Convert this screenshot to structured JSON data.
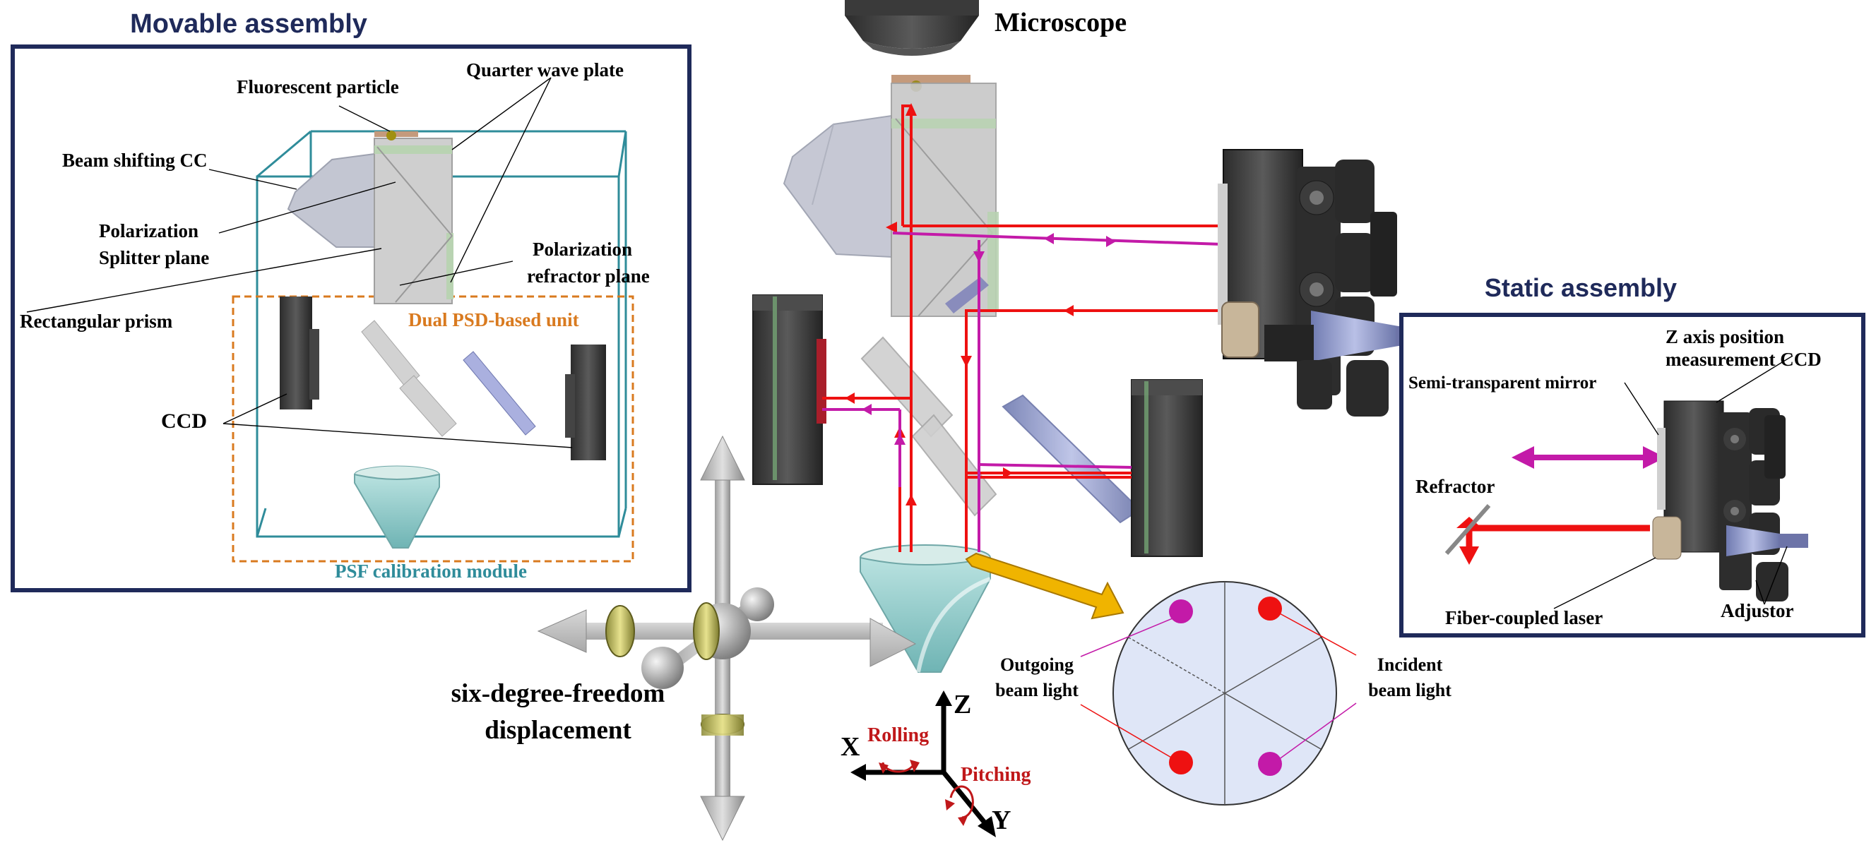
{
  "top": {
    "microscope": "Microscope"
  },
  "movable": {
    "title": "Movable assembly",
    "labels": {
      "fluorescent_particle": "Fluorescent particle",
      "quarter_wave_plate": "Quarter wave plate",
      "beam_shifting_cc": "Beam shifting CC",
      "polarization_splitter_1": "Polarization",
      "polarization_splitter_2": "Splitter plane",
      "polarization_refractor_1": "Polarization",
      "polarization_refractor_2": "refractor plane",
      "rectangular_prism": "Rectangular prism",
      "dual_psd": "Dual PSD-based unit",
      "ccd": "CCD",
      "psf_module": "PSF calibration module"
    }
  },
  "static": {
    "title": "Static assembly",
    "labels": {
      "z_axis_1": "Z axis position",
      "z_axis_2": "measurement CCD",
      "semi_transparent_mirror": "Semi-transparent mirror",
      "refractor": "Refractor",
      "fiber_laser": "Fiber-coupled laser",
      "adjustor": "Adjustor"
    }
  },
  "stage": {
    "six_dof_1": "six-degree-freedom",
    "six_dof_2": "displacement"
  },
  "axes": {
    "z": "Z",
    "x": "X",
    "y": "Y",
    "rolling": "Rolling",
    "pitching": "Pitching"
  },
  "detector": {
    "outgoing_1": "Outgoing",
    "outgoing_2": "beam light",
    "incident_1": "Incident",
    "incident_2": "beam light"
  },
  "colors": {
    "navy": "#1f2a5a",
    "teal": "#2f8c9a",
    "orange": "#d97a1f",
    "red_beam": "#ee1111",
    "magenta_beam": "#c31aa8",
    "label_red": "#c0181a",
    "detector_fill": "#dfe6f7"
  }
}
